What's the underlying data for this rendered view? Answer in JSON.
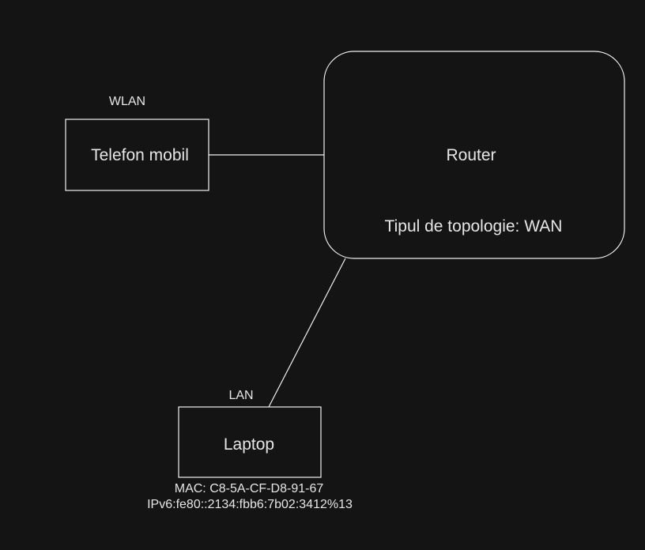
{
  "diagram": {
    "nodes": {
      "phone": {
        "label": "Telefon mobil",
        "connection_type": "WLAN"
      },
      "router": {
        "label": "Router",
        "topology": "Tipul de topologie: WAN"
      },
      "laptop": {
        "label": "Laptop",
        "connection_type": "LAN",
        "mac": "MAC: C8-5A-CF-D8-91-67",
        "ipv6": "IPv6:fe80::2134:fbb6:7b02:3412%13"
      }
    },
    "edges": [
      {
        "from": "phone",
        "to": "router"
      },
      {
        "from": "router",
        "to": "laptop"
      }
    ]
  }
}
